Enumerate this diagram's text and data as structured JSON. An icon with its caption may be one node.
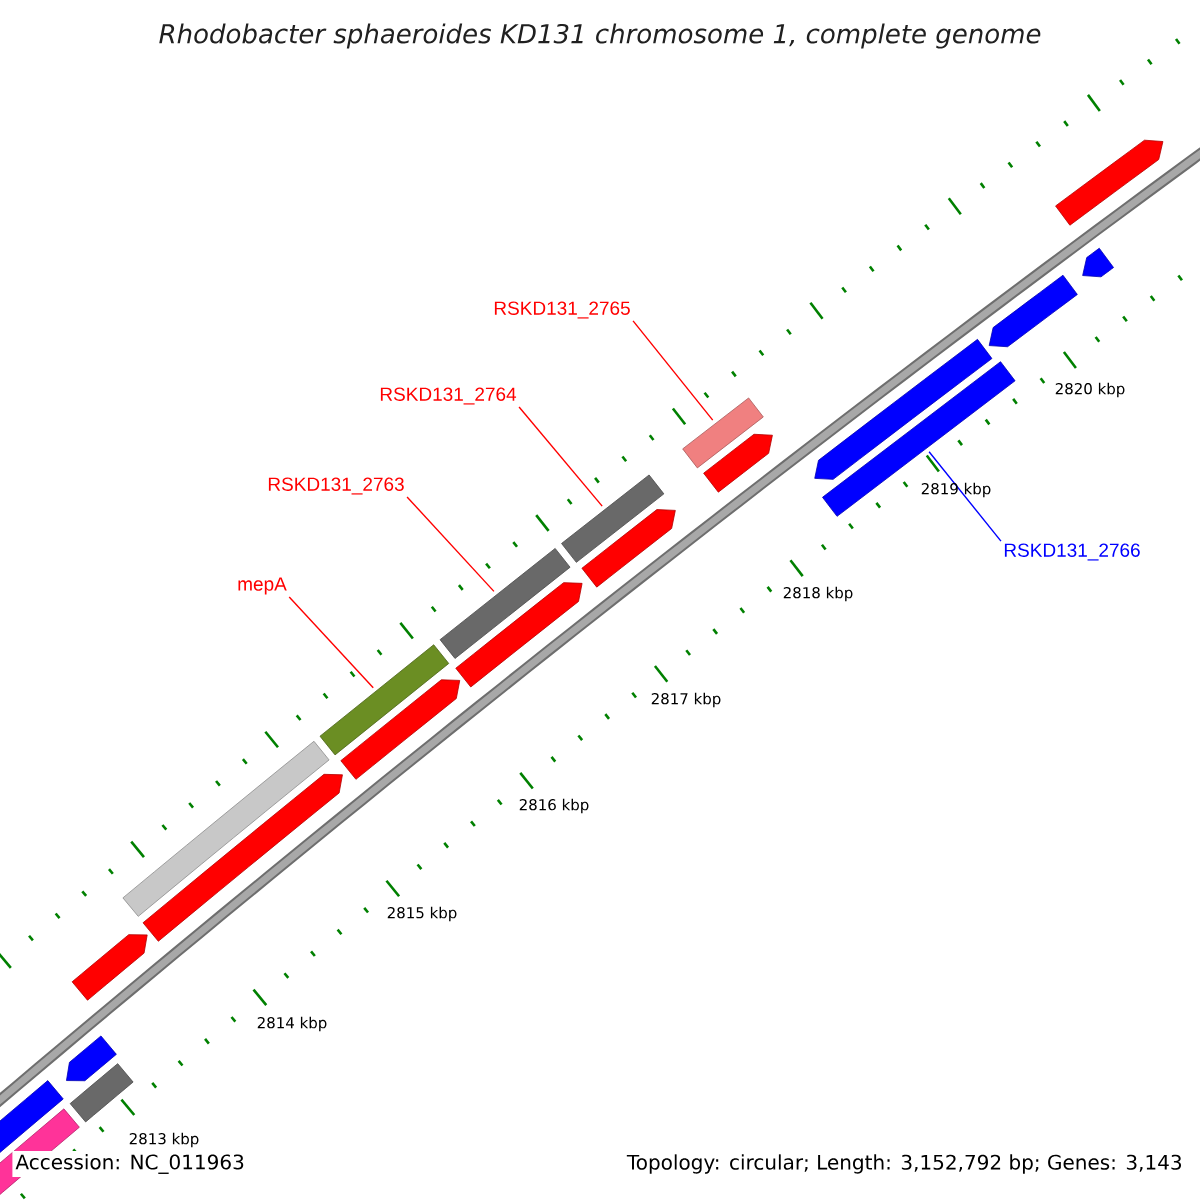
{
  "diagram": {
    "title": "Rhodobacter sphaeroides KD131 chromosome 1, complete genome",
    "nodes": [
      {
        "text": [
          "RSKD131_2765"
        ]
      },
      {
        "text": [
          "RSKD131_2764"
        ]
      },
      {
        "text": [
          "RSKD131_2763"
        ]
      },
      {
        "text": [
          "mepA"
        ]
      },
      {
        "text": [
          "RSKD131_2766"
        ]
      },
      {
        "text": [],
        "shape": "bar"
      },
      {
        "text": [],
        "shape": "bar"
      },
      {
        "text": [],
        "shape": "bar"
      },
      {
        "text": [],
        "shape": "bar"
      },
      {
        "text": [],
        "shape": "bar"
      }
    ],
    "edges": [
      {
        "from": 0,
        "to": 5,
        "arrow": "none"
      },
      {
        "from": 1,
        "to": 6,
        "arrow": "none"
      },
      {
        "from": 2,
        "to": 7,
        "arrow": "none"
      },
      {
        "from": 3,
        "to": 8,
        "arrow": "none"
      },
      {
        "from": 4,
        "to": 9,
        "arrow": "none",
        "color": "#0000ff"
      }
    ],
    "labels": [
      "2820 kbp",
      "2819 kbp",
      "2818 kbp",
      "2817 kbp",
      "2816 kbp",
      "2815 kbp",
      "2814 kbp",
      "2813 kbp",
      "Accession: NC_011963",
      "Topology: circular; Length: 3,152,792 bp; Genes: 3,143"
    ]
  }
}
